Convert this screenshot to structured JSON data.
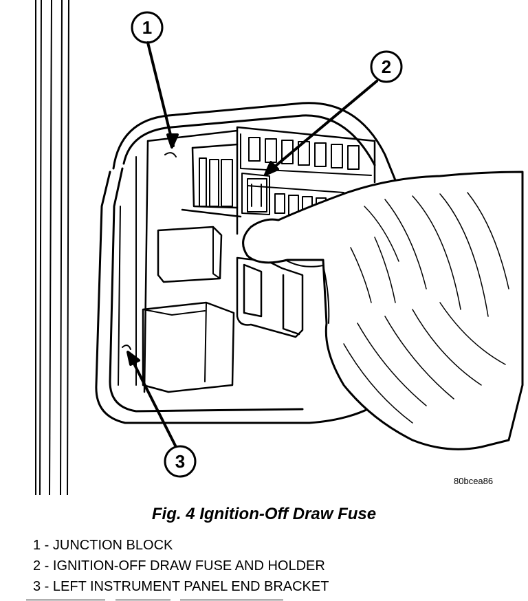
{
  "figure": {
    "code": "80bcea86",
    "caption": "Fig. 4 Ignition-Off Draw Fuse"
  },
  "callouts": [
    {
      "number": "1",
      "label": "1 - JUNCTION BLOCK"
    },
    {
      "number": "2",
      "label": "2 - IGNITION-OFF DRAW FUSE AND HOLDER"
    },
    {
      "number": "3",
      "label": "3 - LEFT INSTRUMENT PANEL END BRACKET"
    }
  ]
}
